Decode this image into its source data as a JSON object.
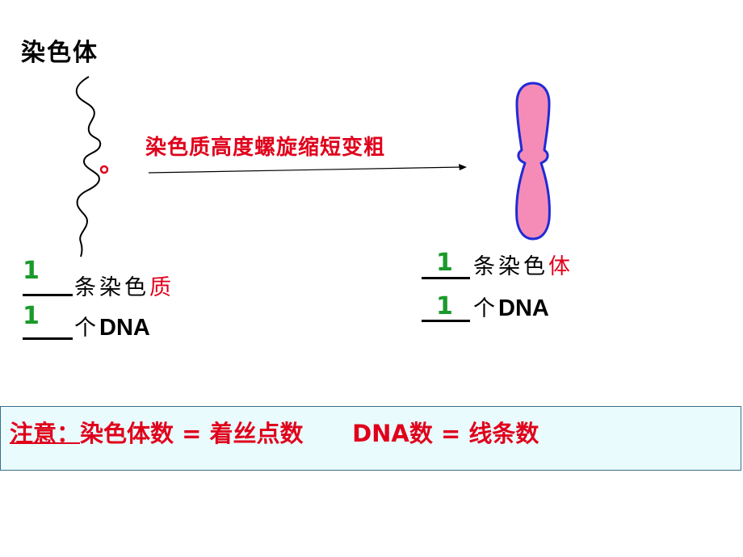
{
  "title": "染色体",
  "arrow_label": "染色质高度螺旋缩短变粗",
  "left_labels": {
    "line1": {
      "count": "1",
      "prefix": "条染色",
      "highlight": "质"
    },
    "line2": {
      "count": "1",
      "prefix": "个",
      "suffix": "DNA"
    }
  },
  "right_labels": {
    "line1": {
      "count": "1",
      "prefix": "条染色",
      "highlight": "体"
    },
    "line2": {
      "count": "1",
      "prefix": "个",
      "suffix": "DNA"
    }
  },
  "note": {
    "label": "注意：",
    "text": "染色体数 = 着丝点数      DNA数 = 线条数"
  },
  "colors": {
    "red": "#e0001b",
    "green": "#1a9a2a",
    "chromosome_fill": "#f58cb8",
    "chromosome_outline": "#1f2bd6",
    "note_bg": "#e9fbfd"
  }
}
